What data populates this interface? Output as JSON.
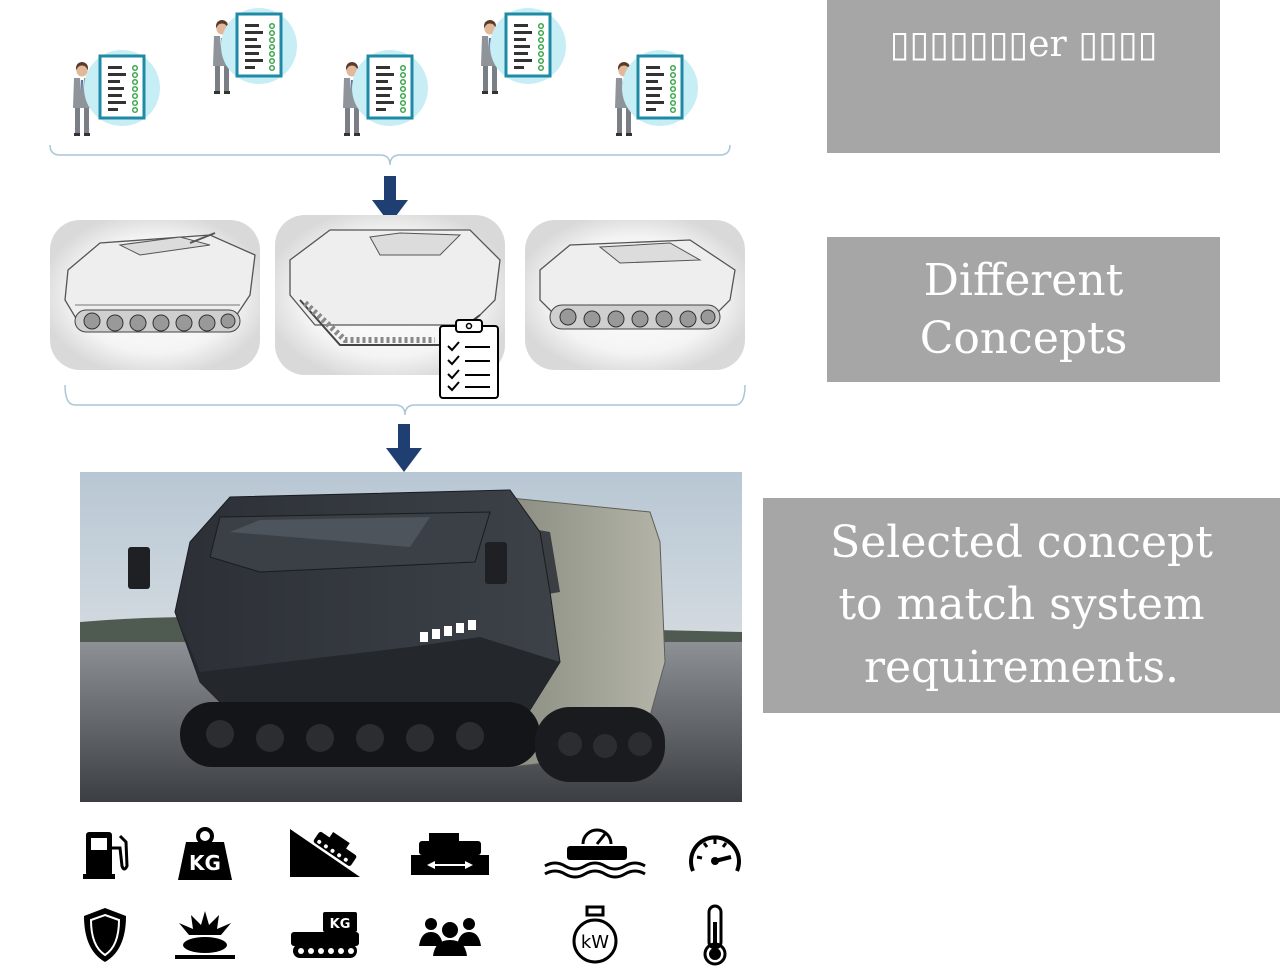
{
  "labels": {
    "stakeholders": "▯▯▯▯▯▯▯er ▯▯▯▯",
    "concepts": "Different Concepts",
    "selected": "Selected concept to match system requirements."
  },
  "colors": {
    "label_bg": "#a6a6a6",
    "arrow": "#1f3f73",
    "bracket": "#a9c7d6",
    "circle": "#c7eef4",
    "doc_border": "#1f8aa6"
  },
  "stakeholders": [
    {
      "name": "stakeholder-1"
    },
    {
      "name": "stakeholder-2"
    },
    {
      "name": "stakeholder-3"
    },
    {
      "name": "stakeholder-4"
    },
    {
      "name": "stakeholder-5"
    }
  ],
  "concept_sketches": [
    "concept-sketch-1",
    "concept-sketch-2",
    "concept-sketch-3"
  ],
  "requirement_icons": [
    "fuel-pump-icon",
    "weight-kg-icon",
    "slope-climb-icon",
    "vehicle-width-icon",
    "amphibious-icon",
    "speedometer-icon",
    "armor-shield-icon",
    "mine-blast-icon",
    "payload-kg-icon",
    "crew-icon",
    "engine-power-kw-icon",
    "temperature-icon"
  ],
  "icon_text": {
    "kg": "KG",
    "payload_kg": "KG",
    "kw": "kW"
  }
}
